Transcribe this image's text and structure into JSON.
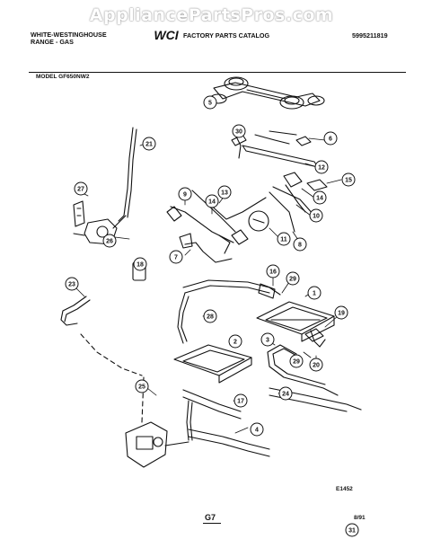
{
  "watermark": "AppliancePartsPros.com",
  "header": {
    "brand_line1": "WHITE-WESTINGHOUSE",
    "brand_line2": "RANGE - GAS",
    "logo_text": "WCI",
    "catalog_title": "FACTORY PARTS CATALOG",
    "catalog_number": "5995211819",
    "model": "MODEL GF650NW2"
  },
  "footer": {
    "figure_code": "E1452",
    "page": "G7",
    "date": "8/91"
  },
  "callouts": [
    "1",
    "2",
    "3",
    "4",
    "5",
    "6",
    "7",
    "8",
    "9",
    "10",
    "11",
    "12",
    "13",
    "14",
    "14",
    "15",
    "16",
    "17",
    "18",
    "19",
    "20",
    "21",
    "23",
    "24",
    "25",
    "26",
    "27",
    "28",
    "29",
    "29",
    "30",
    "31"
  ],
  "colors": {
    "ink": "#111111",
    "paper": "#ffffff",
    "watermark_outline": "#9a9a9a"
  }
}
